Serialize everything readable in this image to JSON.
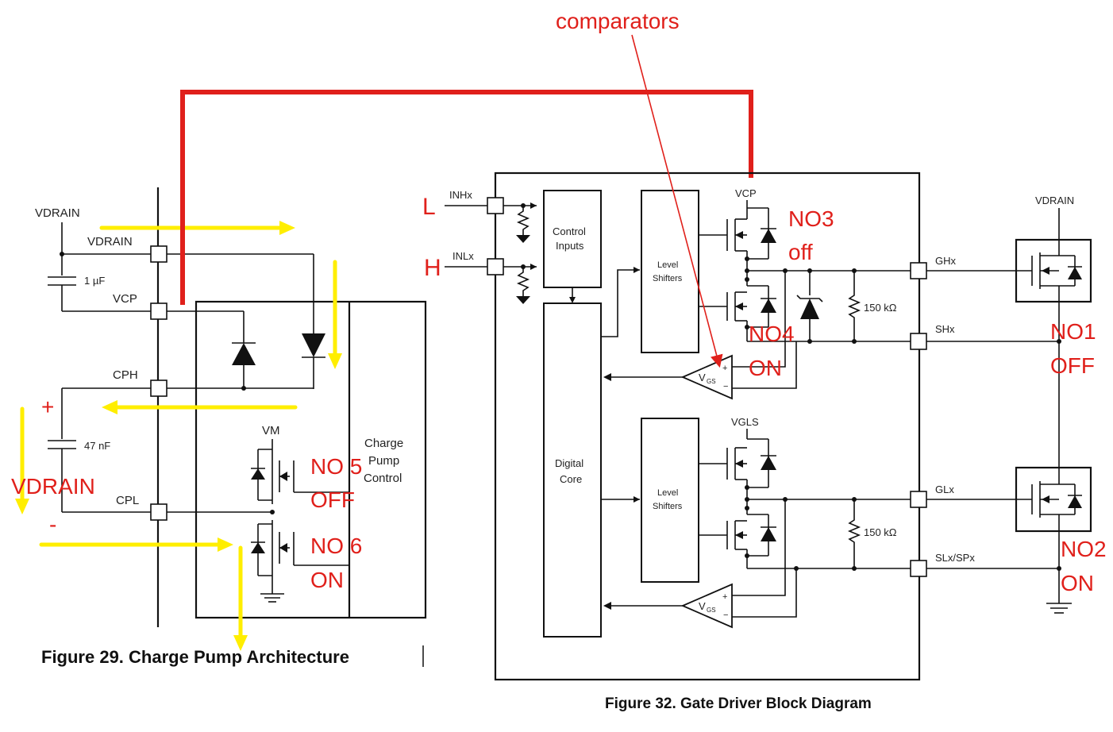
{
  "labels": {
    "comparators": "comparators",
    "vdrain_top": "VDRAIN",
    "vdrain_pin": "VDRAIN",
    "cap_1uf": "1 µF",
    "vcp_pin": "VCP",
    "cph_pin": "CPH",
    "cap_47nf": "47 nF",
    "plus": "+",
    "minus": "-",
    "vdrain_red": "VDRAIN",
    "cpl_pin": "CPL",
    "vm": "VM",
    "charge_pump_control_1": "Charge",
    "charge_pump_control_2": "Pump",
    "charge_pump_control_3": "Control",
    "no5": "NO 5",
    "no5_state": "OFF",
    "no6": "NO 6",
    "no6_state": "ON",
    "fig29": "Figure 29.  Charge Pump Architecture",
    "L": "L",
    "H": "H",
    "inhx": "INHx",
    "inlx": "INLx",
    "control_inputs_1": "Control",
    "control_inputs_2": "Inputs",
    "level_shifters_1": "Level",
    "level_shifters_2": "Shifters",
    "vcp_top": "VCP",
    "no3": "NO3",
    "no3_state": "off",
    "no4": "NO4",
    "no4_state": "ON",
    "vgs": "V",
    "vgs_sub": "GS",
    "digital_core_1": "Digital",
    "digital_core_2": "Core",
    "vgls": "VGLS",
    "res_150k": "150 kΩ",
    "ghx": "GHx",
    "shx": "SHx",
    "glx": "GLx",
    "slx": "SLx/SPx",
    "vdrain_right": "VDRAIN",
    "no1": "NO1",
    "no1_state": "OFF",
    "no2": "NO2",
    "no2_state": "ON",
    "fig32": "Figure 32.  Gate Driver Block Diagram"
  },
  "colors": {
    "annotation_red": "#e0201b",
    "arrow_yellow": "#ffee00",
    "wire": "#111111"
  }
}
